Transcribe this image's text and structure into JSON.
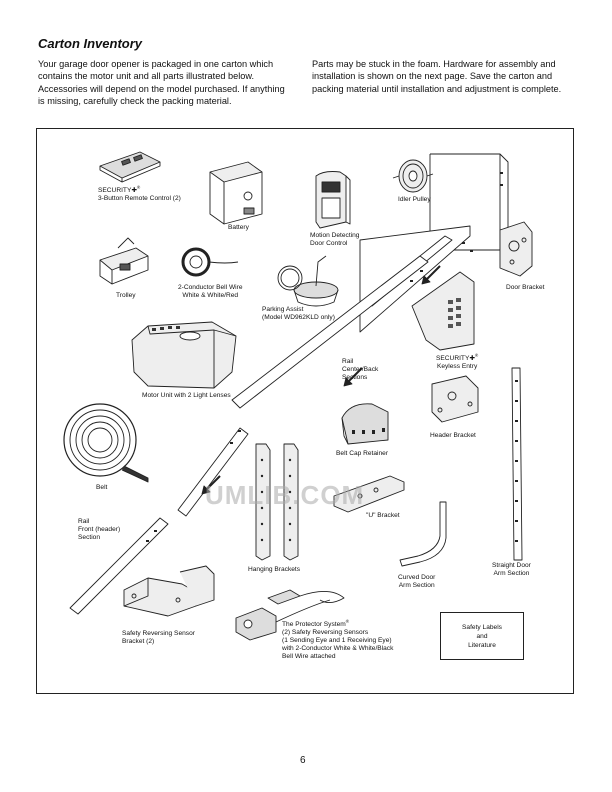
{
  "page": {
    "title": "Carton Inventory",
    "intro_left": "Your garage door opener is packaged in one carton which contains the motor unit and all parts illustrated below. Accessories will depend on the model purchased. If anything is missing, carefully check the packing material.",
    "intro_right": "Parts may be stuck in the foam. Hardware for assembly and installation is shown on the next page. Save the carton and packing material until installation and adjustment is complete.",
    "page_number": "6",
    "watermark": "UMLIB.COM"
  },
  "parts": {
    "remote_brand": "SECURITY✚",
    "remote_reg": "®",
    "remote": "3-Button Remote Control (2)",
    "battery": "Battery",
    "idler_pulley": "Idler Pulley",
    "motion_line1": "Motion Detecting",
    "motion_line2": "Door Control",
    "door_bracket": "Door Bracket",
    "bell_wire_line1": "2-Conductor Bell Wire",
    "bell_wire_line2": "White & White/Red",
    "trolley": "Trolley",
    "parking_line1": "Parking Assist",
    "parking_line2": "(Model WD962KLD only)",
    "keyless_brand": "SECURITY✚",
    "keyless_reg": "®",
    "keyless": "Keyless Entry",
    "rail_center_line1": "Rail",
    "rail_center_line2": "Center/Back",
    "rail_center_line3": "Sections",
    "motor_unit": "Motor Unit with 2 Light Lenses",
    "header_bracket": "Header Bracket",
    "belt_cap": "Belt Cap Retainer",
    "belt": "Belt",
    "u_bracket": "\"U\" Bracket",
    "rail_front_line1": "Rail",
    "rail_front_line2": "Front (header)",
    "rail_front_line3": "Section",
    "hanging_brackets": "Hanging Brackets",
    "curved_arm_line1": "Curved Door",
    "curved_arm_line2": "Arm Section",
    "straight_arm_line1": "Straight Door",
    "straight_arm_line2": "Arm Section",
    "srs_bracket_line1": "Safety Reversing Sensor",
    "srs_bracket_line2": "Bracket (2)",
    "protector_line1": "The Protector System",
    "protector_reg": "®",
    "protector_line2": "(2) Safety Reversing Sensors",
    "protector_line3": "(1 Sending Eye and 1 Receiving Eye)",
    "protector_line4": "with 2-Conductor White & White/Black",
    "protector_line5": "Bell Wire attached",
    "labels_line1": "Safety Labels",
    "labels_line2": "and",
    "labels_line3": "Literature"
  }
}
